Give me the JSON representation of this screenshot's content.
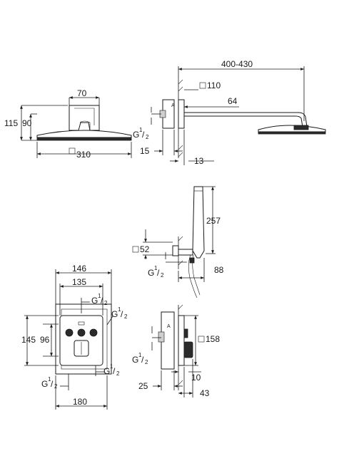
{
  "dimensions": {
    "head_front": {
      "width_top": "70",
      "height_outer": "115",
      "height_inner": "90",
      "diameter": "310"
    },
    "head_side": {
      "reach": "400-430",
      "plate": "110",
      "arm_offset": "64",
      "thread": {
        "letter": "G",
        "num": "1",
        "den": "2"
      },
      "wall_depth": "15",
      "plate_depth": "13"
    },
    "hand_shower": {
      "length": "257",
      "holder": "52",
      "thread": {
        "letter": "G",
        "num": "1",
        "den": "2"
      },
      "projection": "88"
    },
    "thermostat_front": {
      "box_outer": "146",
      "box_inner": "135",
      "height_outer": "145",
      "height_inner": "96",
      "width_bottom": "180",
      "thread_top": {
        "letter": "G",
        "num": "1",
        "den": "2"
      },
      "thread_right": {
        "letter": "G",
        "num": "1",
        "den": "2"
      },
      "thread_bottom_left": {
        "letter": "G",
        "num": "1",
        "den": "2"
      },
      "thread_bottom_right": {
        "letter": "G",
        "num": "1",
        "den": "2"
      }
    },
    "thermostat_side": {
      "plate": "158",
      "thread": {
        "letter": "G",
        "num": "1",
        "den": "2"
      },
      "wall_depth": "25",
      "cover_depth": "10",
      "projection": "43"
    }
  }
}
